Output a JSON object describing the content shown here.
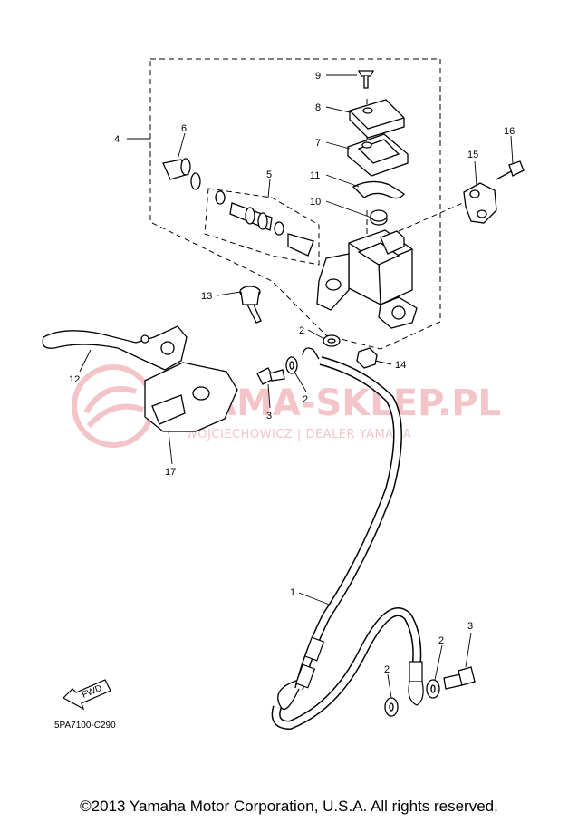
{
  "diagram_code": "5PA7100-C290",
  "copyright": "©2013 Yamaha Motor Corporation, U.S.A. All rights reserved.",
  "fwd_label": "FWD",
  "watermark": {
    "title": "YAMA-SKLEP.PL",
    "subtitle": "WOJCIECHOWICZ | DEALER YAMAHA",
    "color": "#f3c4c8"
  },
  "callouts": {
    "c1": "1",
    "c2a": "2",
    "c2b": "2",
    "c2c": "2",
    "c2d": "2",
    "c3a": "3",
    "c3b": "3",
    "c4": "4",
    "c5": "5",
    "c6": "6",
    "c7": "7",
    "c8": "8",
    "c9": "9",
    "c10": "10",
    "c11": "11",
    "c12": "12",
    "c13": "13",
    "c14": "14",
    "c15": "15",
    "c16": "16",
    "c17": "17"
  }
}
